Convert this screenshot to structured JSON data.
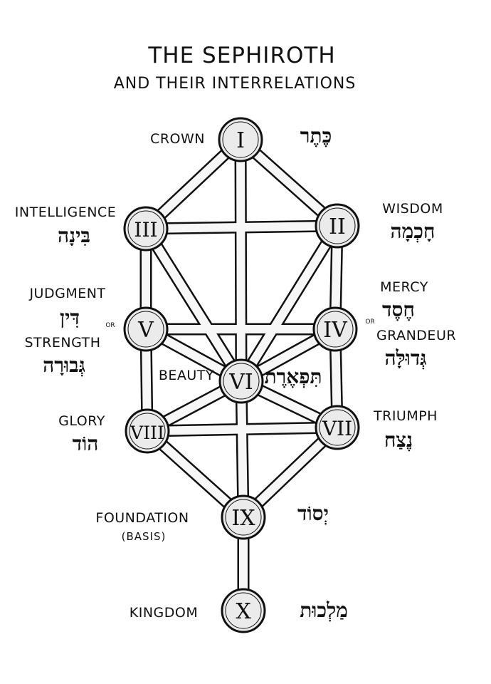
{
  "title": "THE SEPHIROTH",
  "subtitle": "AND THEIR INTERRELATIONS",
  "or_text": "OR",
  "sephiroth": [
    {
      "id": "crown",
      "numeral": "I",
      "label": "CROWN",
      "hebrew": "כֶּתֶר"
    },
    {
      "id": "wisdom",
      "numeral": "II",
      "label": "WISDOM",
      "hebrew": "חָכְמָה"
    },
    {
      "id": "intelligence",
      "numeral": "III",
      "label": "INTELLIGENCE",
      "hebrew": "בִּינָה"
    },
    {
      "id": "mercy",
      "numeral": "IV",
      "label": "MERCY",
      "hebrew": "חֶסֶד",
      "alt_label": "GRANDEUR",
      "alt_hebrew": "גְּדוּלָּה"
    },
    {
      "id": "judgment",
      "numeral": "V",
      "label": "JUDGMENT",
      "hebrew": "דִּין",
      "alt_label": "STRENGTH",
      "alt_hebrew": "גְּבוּרָה"
    },
    {
      "id": "beauty",
      "numeral": "VI",
      "label": "BEAUTY",
      "hebrew": "תִּפְאֶרֶת"
    },
    {
      "id": "triumph",
      "numeral": "VII",
      "label": "TRIUMPH",
      "hebrew": "נֶצַח"
    },
    {
      "id": "glory",
      "numeral": "VIII",
      "label": "GLORY",
      "hebrew": "הוֹד"
    },
    {
      "id": "foundation",
      "numeral": "IX",
      "label": "FOUNDATION",
      "sub_label": "(BASIS)",
      "hebrew": "יְסוֹד"
    },
    {
      "id": "kingdom",
      "numeral": "X",
      "label": "KINGDOM",
      "hebrew": "מַלְכוּת"
    }
  ],
  "paths": [
    [
      "crown",
      "wisdom"
    ],
    [
      "crown",
      "intelligence"
    ],
    [
      "crown",
      "beauty"
    ],
    [
      "wisdom",
      "intelligence"
    ],
    [
      "wisdom",
      "mercy"
    ],
    [
      "wisdom",
      "beauty"
    ],
    [
      "intelligence",
      "judgment"
    ],
    [
      "intelligence",
      "beauty"
    ],
    [
      "mercy",
      "judgment"
    ],
    [
      "mercy",
      "beauty"
    ],
    [
      "mercy",
      "triumph"
    ],
    [
      "judgment",
      "beauty"
    ],
    [
      "judgment",
      "glory"
    ],
    [
      "beauty",
      "triumph"
    ],
    [
      "beauty",
      "glory"
    ],
    [
      "beauty",
      "foundation"
    ],
    [
      "triumph",
      "glory"
    ],
    [
      "triumph",
      "foundation"
    ],
    [
      "glory",
      "foundation"
    ],
    [
      "foundation",
      "kingdom"
    ]
  ],
  "colors": {
    "ink": "#111111",
    "node_fill": "#ebebeb",
    "path_fill": "#f7f7f7",
    "background": "#ffffff"
  }
}
